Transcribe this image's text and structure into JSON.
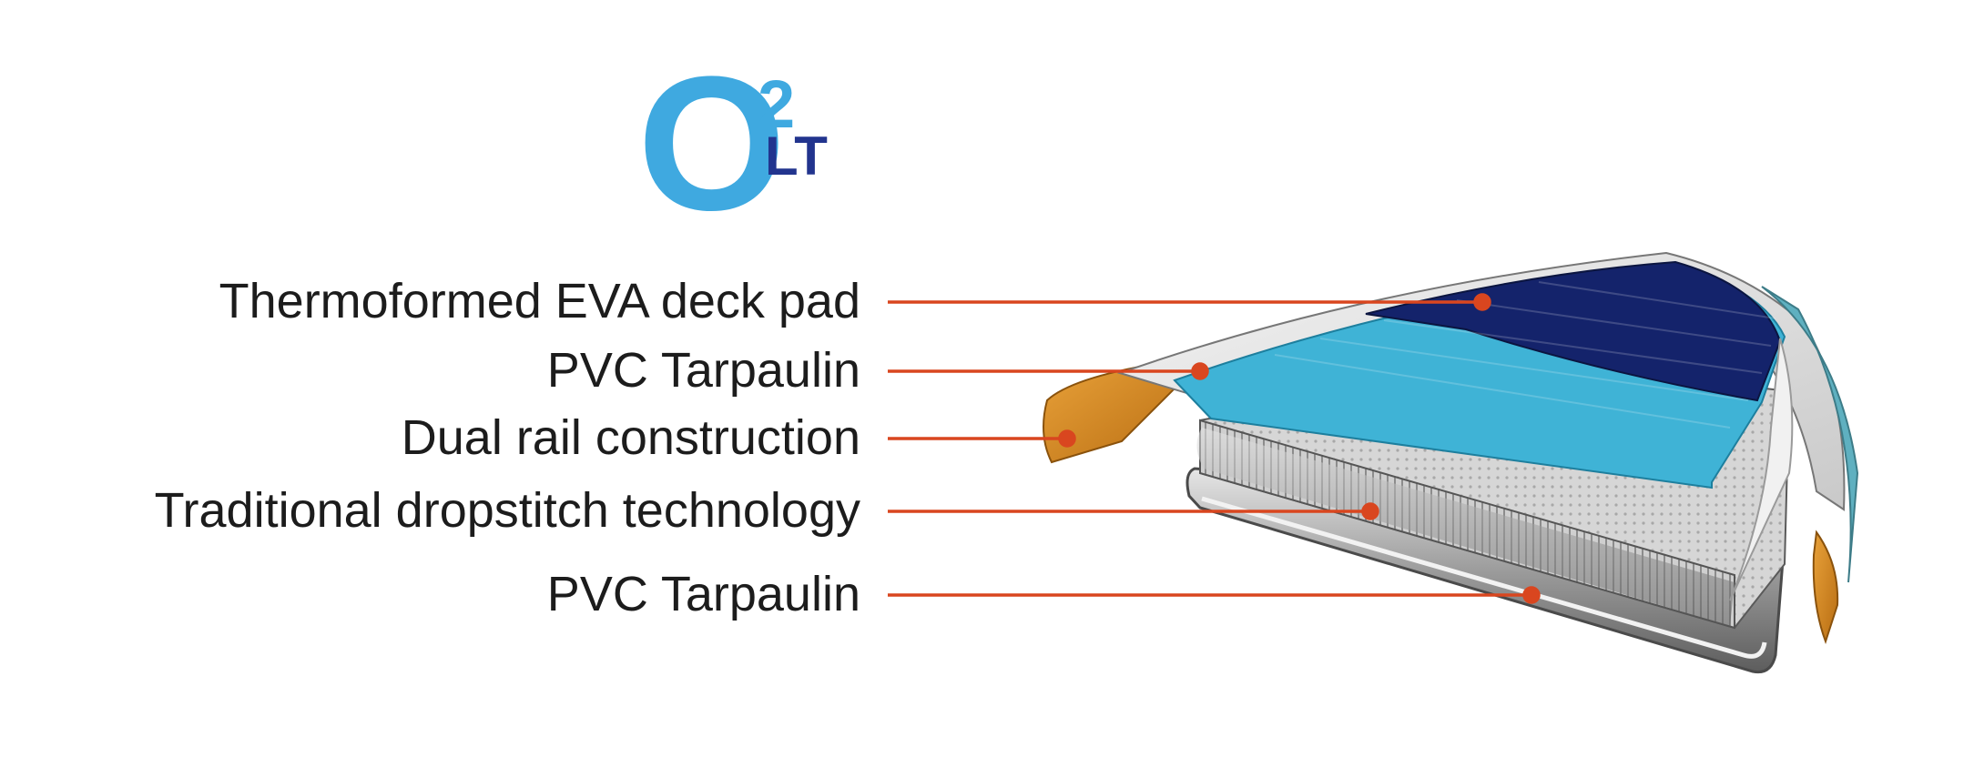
{
  "logo": {
    "letter": "O",
    "superscript": "2",
    "suffix": "LT",
    "colors": {
      "light_blue": "#3fa9e0",
      "dark_blue": "#22348e"
    }
  },
  "callouts": [
    {
      "label": "Thermoformed EVA deck pad"
    },
    {
      "label": "PVC Tarpaulin"
    },
    {
      "label": "Dual rail construction"
    },
    {
      "label": "Traditional dropstitch technology"
    },
    {
      "label": "PVC Tarpaulin"
    }
  ],
  "colors": {
    "leader_line": "#d9461f",
    "deck_pad_dark": "#14236b",
    "deck_pad_light": "#3fb3d6",
    "rail": "#d98a24",
    "dropstitch": "#bdbdbd",
    "tarpaulin": "#8a8a8a"
  }
}
